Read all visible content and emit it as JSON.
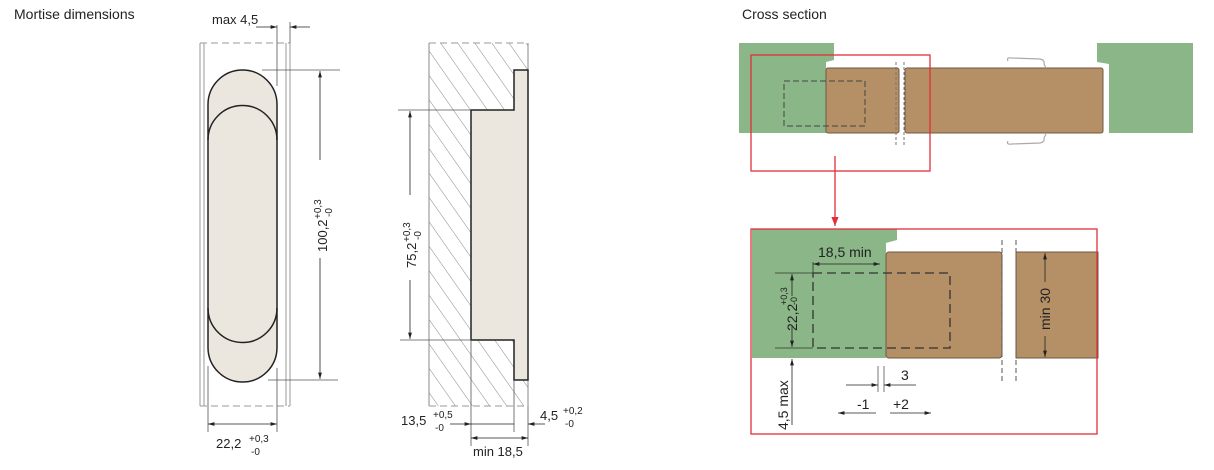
{
  "mortise": {
    "title": "Mortise dimensions",
    "front_view": {
      "max_label": "max 4,5",
      "height_value": "100,2",
      "height_tol_plus": "+0,3",
      "height_tol_minus": "-0",
      "width_value": "22,2",
      "width_tol_plus": "+0,3",
      "width_tol_minus": "-0"
    },
    "side_view": {
      "height_value": "75,2",
      "height_tol_plus": "+0,3",
      "height_tol_minus": "-0",
      "depth_value": "13,5",
      "depth_tol_plus": "+0,5",
      "depth_tol_minus": "-0",
      "flange_value": "4,5",
      "flange_tol_plus": "+0,2",
      "flange_tol_minus": "-0",
      "min_label": "min 18,5"
    }
  },
  "cross_section": {
    "title": "Cross section",
    "detail": {
      "min_depth_label": "18,5 min",
      "height_value": "22,2",
      "height_tol_plus": "+0,3",
      "height_tol_minus": "-0",
      "max_offset_label": "4,5 max",
      "gap_label": "3",
      "adjust_minus_label": "-1",
      "adjust_plus_label": "+2",
      "door_thickness_label": "min 30"
    }
  },
  "colors": {
    "frame_green": "#8bb688",
    "door_brown": "#b58f65",
    "hinge_fill": "#ebe7df",
    "highlight_red": "#e0303a",
    "line": "#333333"
  }
}
